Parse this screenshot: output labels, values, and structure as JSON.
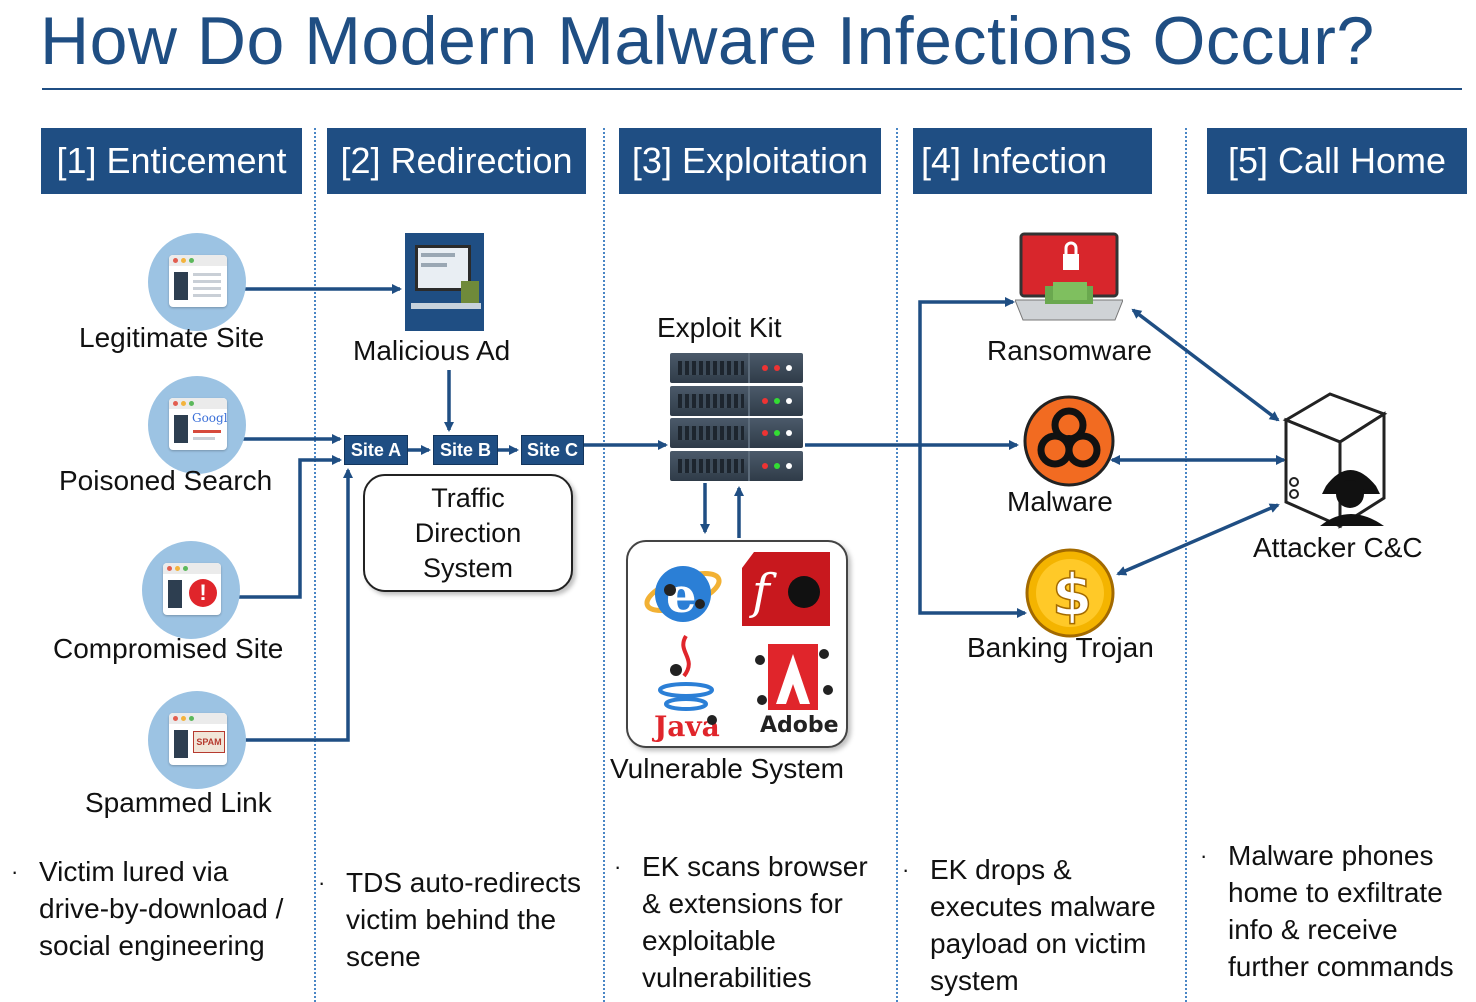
{
  "title": "How Do Modern Malware Infections Occur?",
  "phases": [
    {
      "label": "[1] Enticement"
    },
    {
      "label": "[2] Redirection"
    },
    {
      "label": "[3] Exploitation"
    },
    {
      "label": "[4] Infection"
    },
    {
      "label": "[5] Call Home"
    }
  ],
  "sources": [
    {
      "label": "Legitimate Site"
    },
    {
      "label": "Poisoned Search"
    },
    {
      "label": "Compromised Site"
    },
    {
      "label": "Spammed Link"
    }
  ],
  "logo_text": {
    "google": "Google",
    "spam": "SPAM",
    "java": "Java",
    "adobe": "Adobe"
  },
  "malicious_ad": "Malicious Ad",
  "sites": [
    "Site A",
    "Site B",
    "Site C"
  ],
  "tds": [
    "Traffic",
    "Direction",
    "System"
  ],
  "exploit_kit": "Exploit Kit",
  "vulnerable_system": "Vulnerable System",
  "payloads": [
    {
      "label": "Ransomware"
    },
    {
      "label": "Malware"
    },
    {
      "label": "Banking Trojan"
    }
  ],
  "attacker": "Attacker C&C",
  "bullets": [
    [
      "Victim lured via",
      "drive-by-download /",
      "social engineering"
    ],
    [
      "TDS auto-redirects",
      "victim behind the",
      "scene"
    ],
    [
      "EK scans browser",
      "& extensions for",
      "exploitable",
      "vulnerabilities"
    ],
    [
      "EK drops &",
      "executes malware",
      "payload on victim",
      "system"
    ],
    [
      "Malware phones",
      "home to exfiltrate",
      "info & receive",
      "further commands"
    ]
  ],
  "colors": {
    "brand": "#1f4e83",
    "arrow": "#1f4e83",
    "divider": "#4a86c5",
    "icon_circle": "#9cc3e3"
  }
}
